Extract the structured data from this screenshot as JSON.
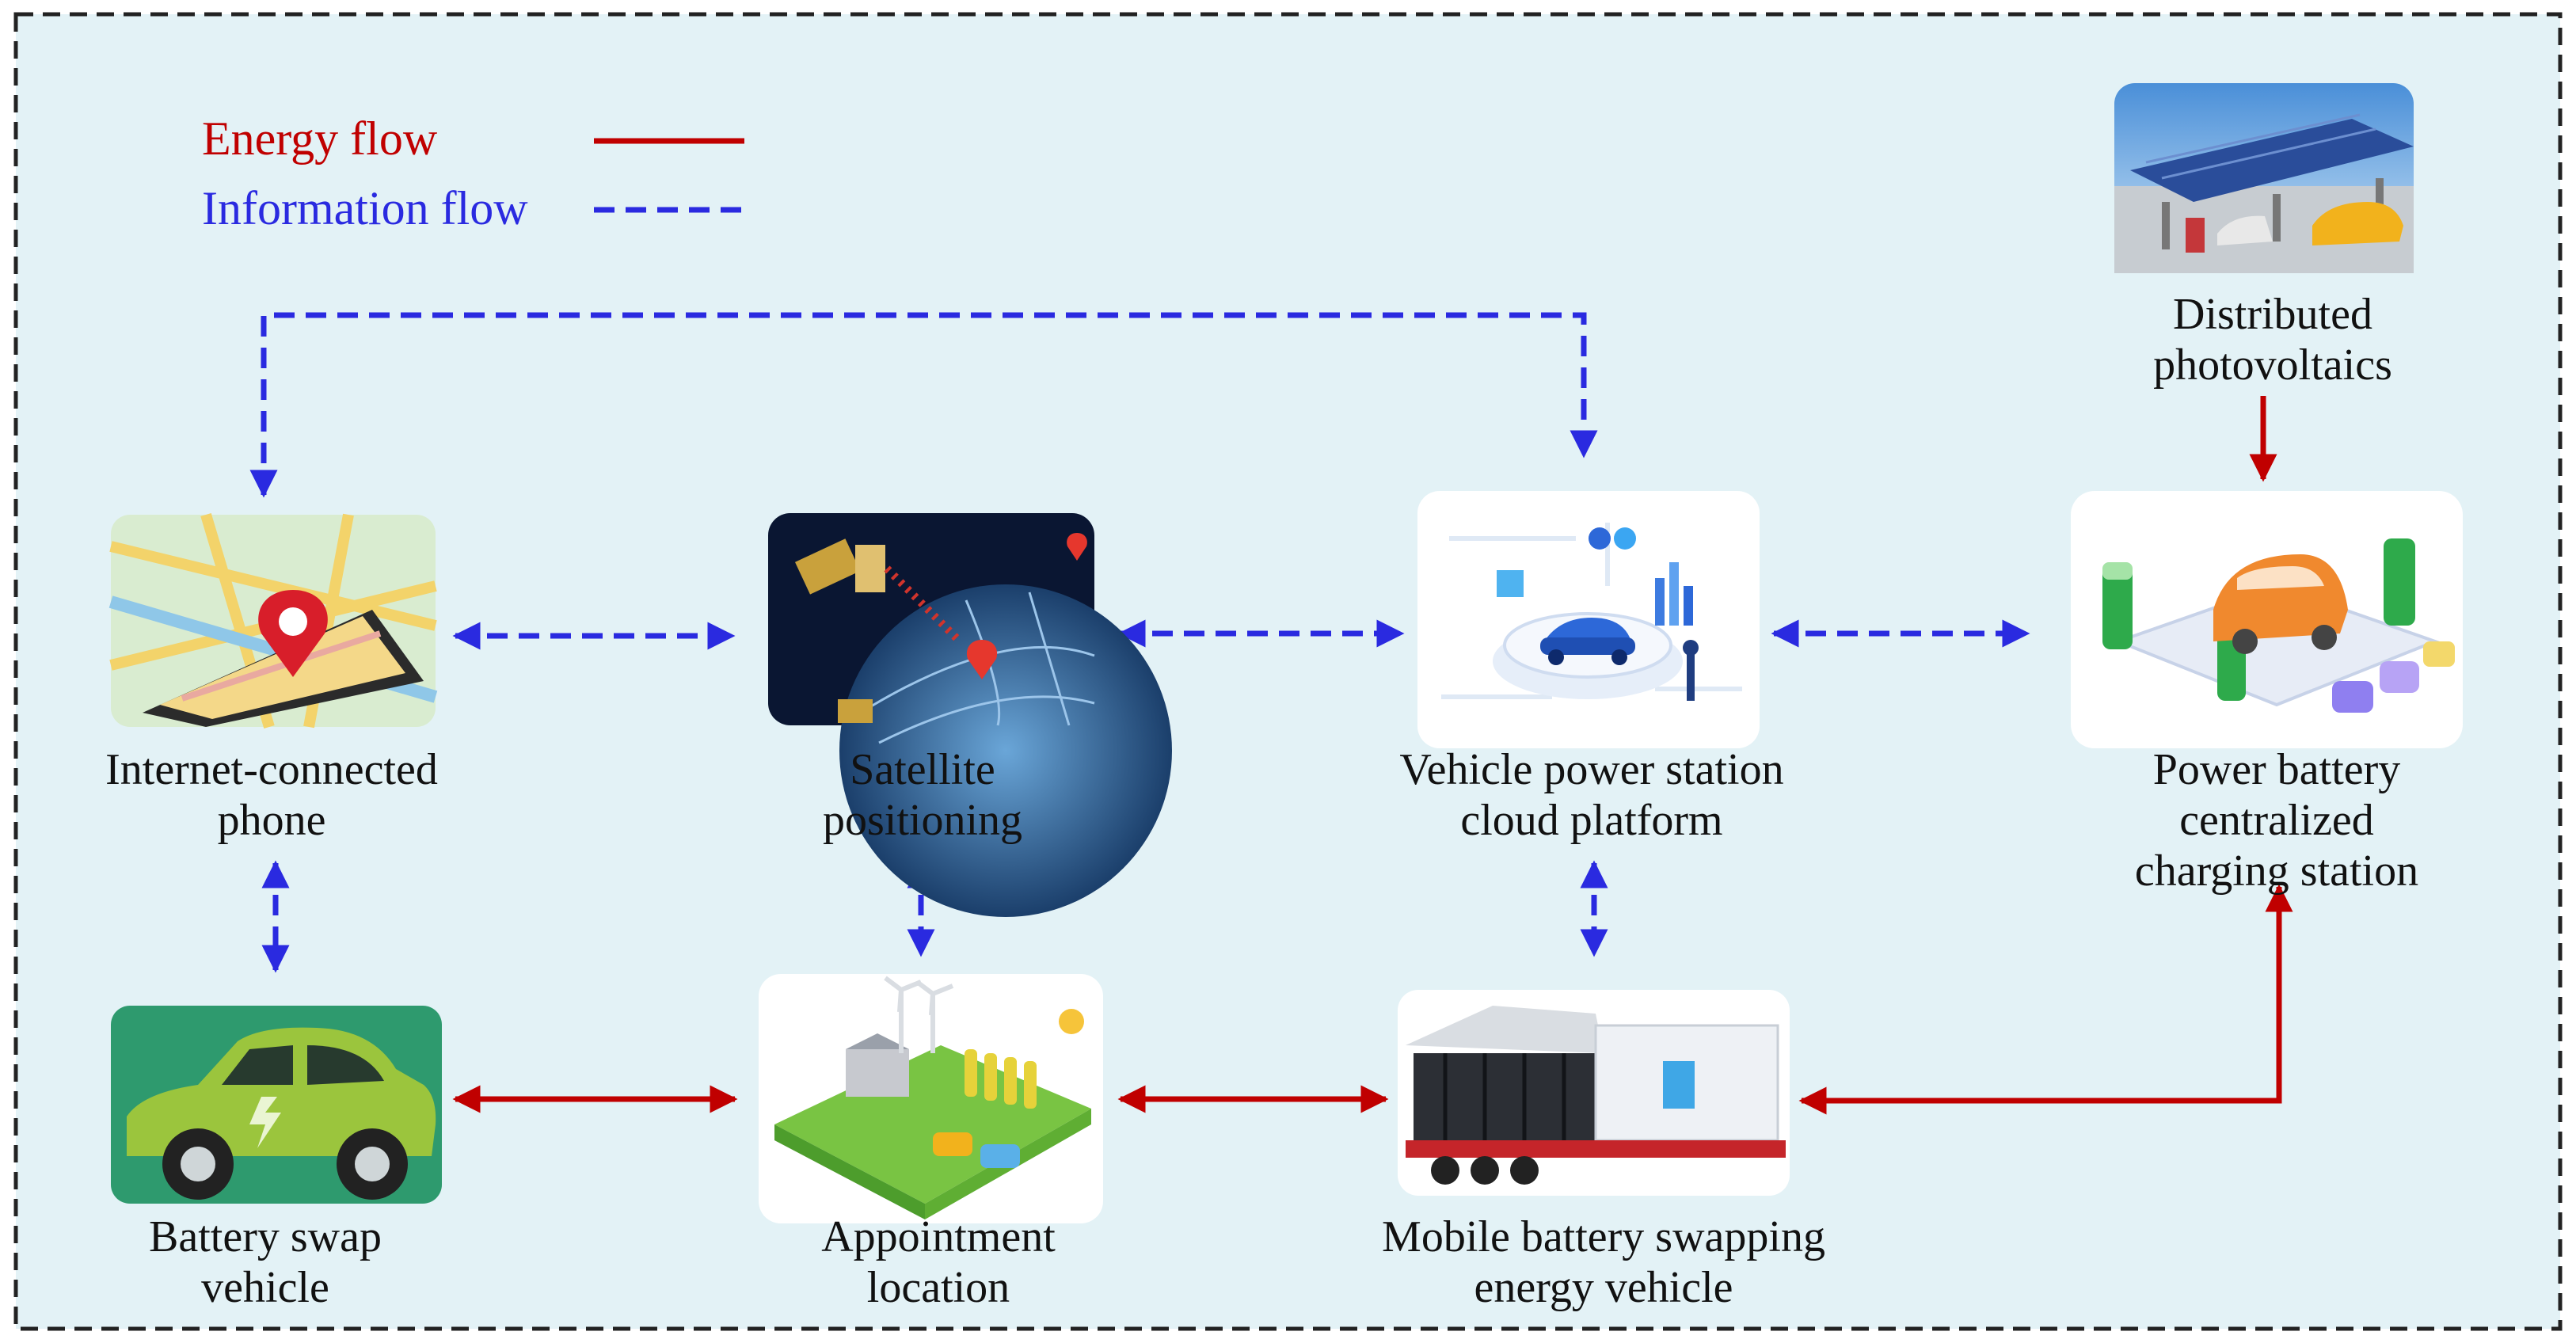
{
  "legend": {
    "energy_flow": "Energy flow",
    "information_flow": "Information flow"
  },
  "colors": {
    "background": "#e3f2f6",
    "energy": "#c00000",
    "information": "#2a2ae0",
    "frame": "#222222"
  },
  "nodes": {
    "phone": {
      "label": "Internet-connected\nphone",
      "icon": "smartphone-map-pin-icon"
    },
    "satellite": {
      "label": "Satellite\npositioning",
      "icon": "satellite-globe-icon"
    },
    "cloud": {
      "label": "Vehicle power station\ncloud platform",
      "icon": "cloud-platform-icon"
    },
    "charging_station": {
      "label": "Power battery centralized\ncharging station",
      "icon": "charging-station-icon"
    },
    "photovoltaics": {
      "label": "Distributed\nphotovoltaics",
      "icon": "solar-carport-icon"
    },
    "swap_vehicle": {
      "label": "Battery swap\nvehicle",
      "icon": "electric-car-icon"
    },
    "appointment": {
      "label": "Appointment\nlocation",
      "icon": "energy-hub-icon"
    },
    "mobile_swap": {
      "label": "Mobile battery swapping\nenergy vehicle",
      "icon": "battery-truck-icon"
    }
  }
}
